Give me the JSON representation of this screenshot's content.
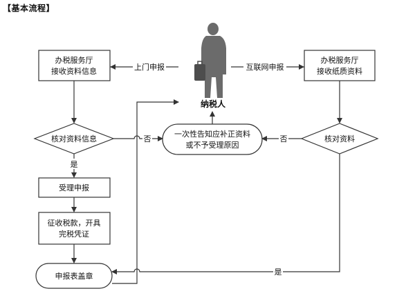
{
  "heading": "【基本流程】",
  "nodes": {
    "hall_receive_info": [
      "办税服务厅",
      "接收资料信息"
    ],
    "hall_receive_paper": [
      "办税服务厅",
      "接收纸质资料"
    ],
    "taxpayer": "纳税人",
    "verify_info": "核对资料信息",
    "notify": [
      "一次性告知应补正资料",
      "或不予受理原因"
    ],
    "verify_docs": "核对资料",
    "accept": "受理申报",
    "collect": [
      "征收税款，开具",
      "完税凭证"
    ],
    "stamp": "申报表盖章"
  },
  "edges": {
    "onsite": "上门申报",
    "online": "互联网申报",
    "no_left": "否",
    "no_right": "否",
    "yes_left": "是",
    "yes_bottom": "是"
  },
  "colors": {
    "stroke": "#333333",
    "figure": "#6b6b6b",
    "figure_dark": "#4d4d4d"
  }
}
